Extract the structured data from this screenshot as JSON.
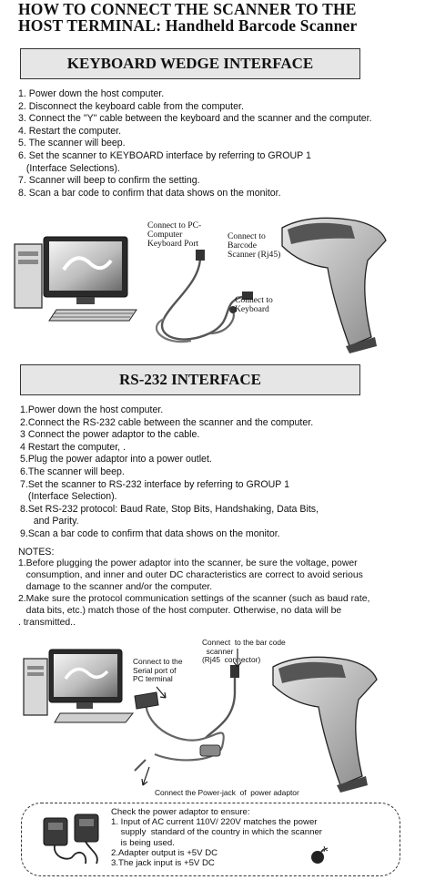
{
  "title": {
    "line1": "HOW TO CONNECT THE SCANNER TO THE",
    "line2": "HOST TERMINAL: Handheld Barcode Scanner"
  },
  "keyboard": {
    "heading": "KEYBOARD WEDGE INTERFACE",
    "steps": [
      "1. Power down the host computer.",
      "2. Disconnect the keyboard cable from the computer.",
      "3. Connect the \"Y\" cable between the keyboard and the scanner and the computer.",
      "4. Restart the computer.",
      "5. The scanner will beep.",
      "6. Set the scanner to KEYBOARD interface by referring to GROUP 1",
      "   (Interface Selections).",
      "7. Scanner will beep to confirm the setting.",
      "8. Scan a bar code to confirm that data shows on the monitor."
    ],
    "labels": {
      "pc_port": "Connect to PC-\nComputer\nKeyboard Port",
      "barcode": "Connect to\nBarcode\nScanner (Rj45)",
      "keyboard": "Connect to\nKeyboard"
    }
  },
  "rs232": {
    "heading": "RS-232 INTERFACE",
    "steps": [
      "1.Power down the host computer.",
      "2.Connect the RS-232 cable between the scanner and the computer.",
      "3 Connect the power adaptor to the cable.",
      "4 Restart the computer, .",
      "5.Plug the power adaptor into a power outlet.",
      "6.The scanner will beep.",
      "7.Set the scanner to RS-232 interface by referring to GROUP 1",
      "   (Interface Selection).",
      "8.Set RS-232 protocol: Baud Rate, Stop Bits, Handshaking, Data Bits,",
      "     and Parity.",
      "9.Scan a bar code to confirm that data shows on the monitor."
    ],
    "notes_heading": "NOTES:",
    "notes": [
      "1.Before plugging the power adaptor into the scanner, be sure the voltage, power",
      "   consumption, and inner and outer DC characteristics are correct to avoid serious",
      "   damage to the scanner and/or the computer.",
      "2.Make sure the protocol communication settings of the scanner (such as baud rate,",
      "   data bits, etc.) match those of the host computer. Otherwise, no data will be",
      ". transmitted.."
    ],
    "labels": {
      "barcode": "Connect  to the bar code\n  scanner\n(Rj45  connector)",
      "serial": "Connect to the\nSerial port of\nPC terminal",
      "power": "Connect the Power-jack  of  power adaptor"
    }
  },
  "check": {
    "lines": [
      "Check the power adaptor to ensure:",
      "1. Input of AC current 110V/ 220V matches the power",
      "    supply  standard of the country in which the scanner",
      "    is being used.",
      "2.Adapter output is +5V DC",
      "3.The jack input is +5V DC"
    ]
  }
}
